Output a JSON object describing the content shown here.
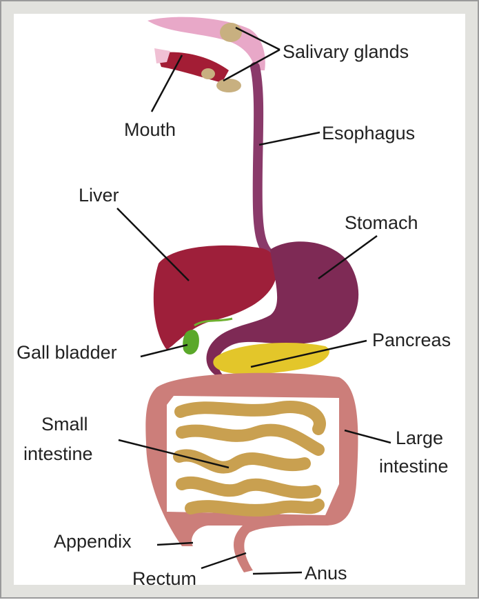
{
  "labels": {
    "salivary_glands": "Salivary glands",
    "mouth": "Mouth",
    "esophagus": "Esophagus",
    "liver": "Liver",
    "stomach": "Stomach",
    "gall_bladder": "Gall bladder",
    "pancreas": "Pancreas",
    "small_intestine_1": "Small",
    "small_intestine_2": "intestine",
    "large_intestine_1": "Large",
    "large_intestine_2": "intestine",
    "appendix": "Appendix",
    "rectum": "Rectum",
    "anus": "Anus"
  },
  "colors": {
    "liver": "#9e1f3a",
    "stomach": "#7e2a55",
    "esophagus": "#8a3a6a",
    "gall_bladder": "#5aa82a",
    "pancreas": "#e3c62a",
    "small_intestine": "#c9a050",
    "large_intestine": "#cc7e7a"
  }
}
